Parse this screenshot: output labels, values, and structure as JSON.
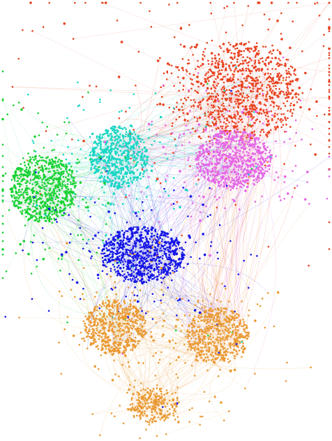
{
  "graph": {
    "background_color": "#ffffff",
    "communities": [
      {
        "name": "orange-red-community",
        "color": "#e8421f"
      },
      {
        "name": "magenta-community",
        "color": "#e466e6"
      },
      {
        "name": "cyan-community",
        "color": "#19d6c4"
      },
      {
        "name": "green-community",
        "color": "#19d234"
      },
      {
        "name": "blue-community",
        "color": "#1616e6"
      },
      {
        "name": "orange-community-left",
        "color": "#ea9a34"
      },
      {
        "name": "orange-community-right",
        "color": "#ea9a34"
      },
      {
        "name": "orange-community-bottom",
        "color": "#ea9a34"
      }
    ]
  }
}
